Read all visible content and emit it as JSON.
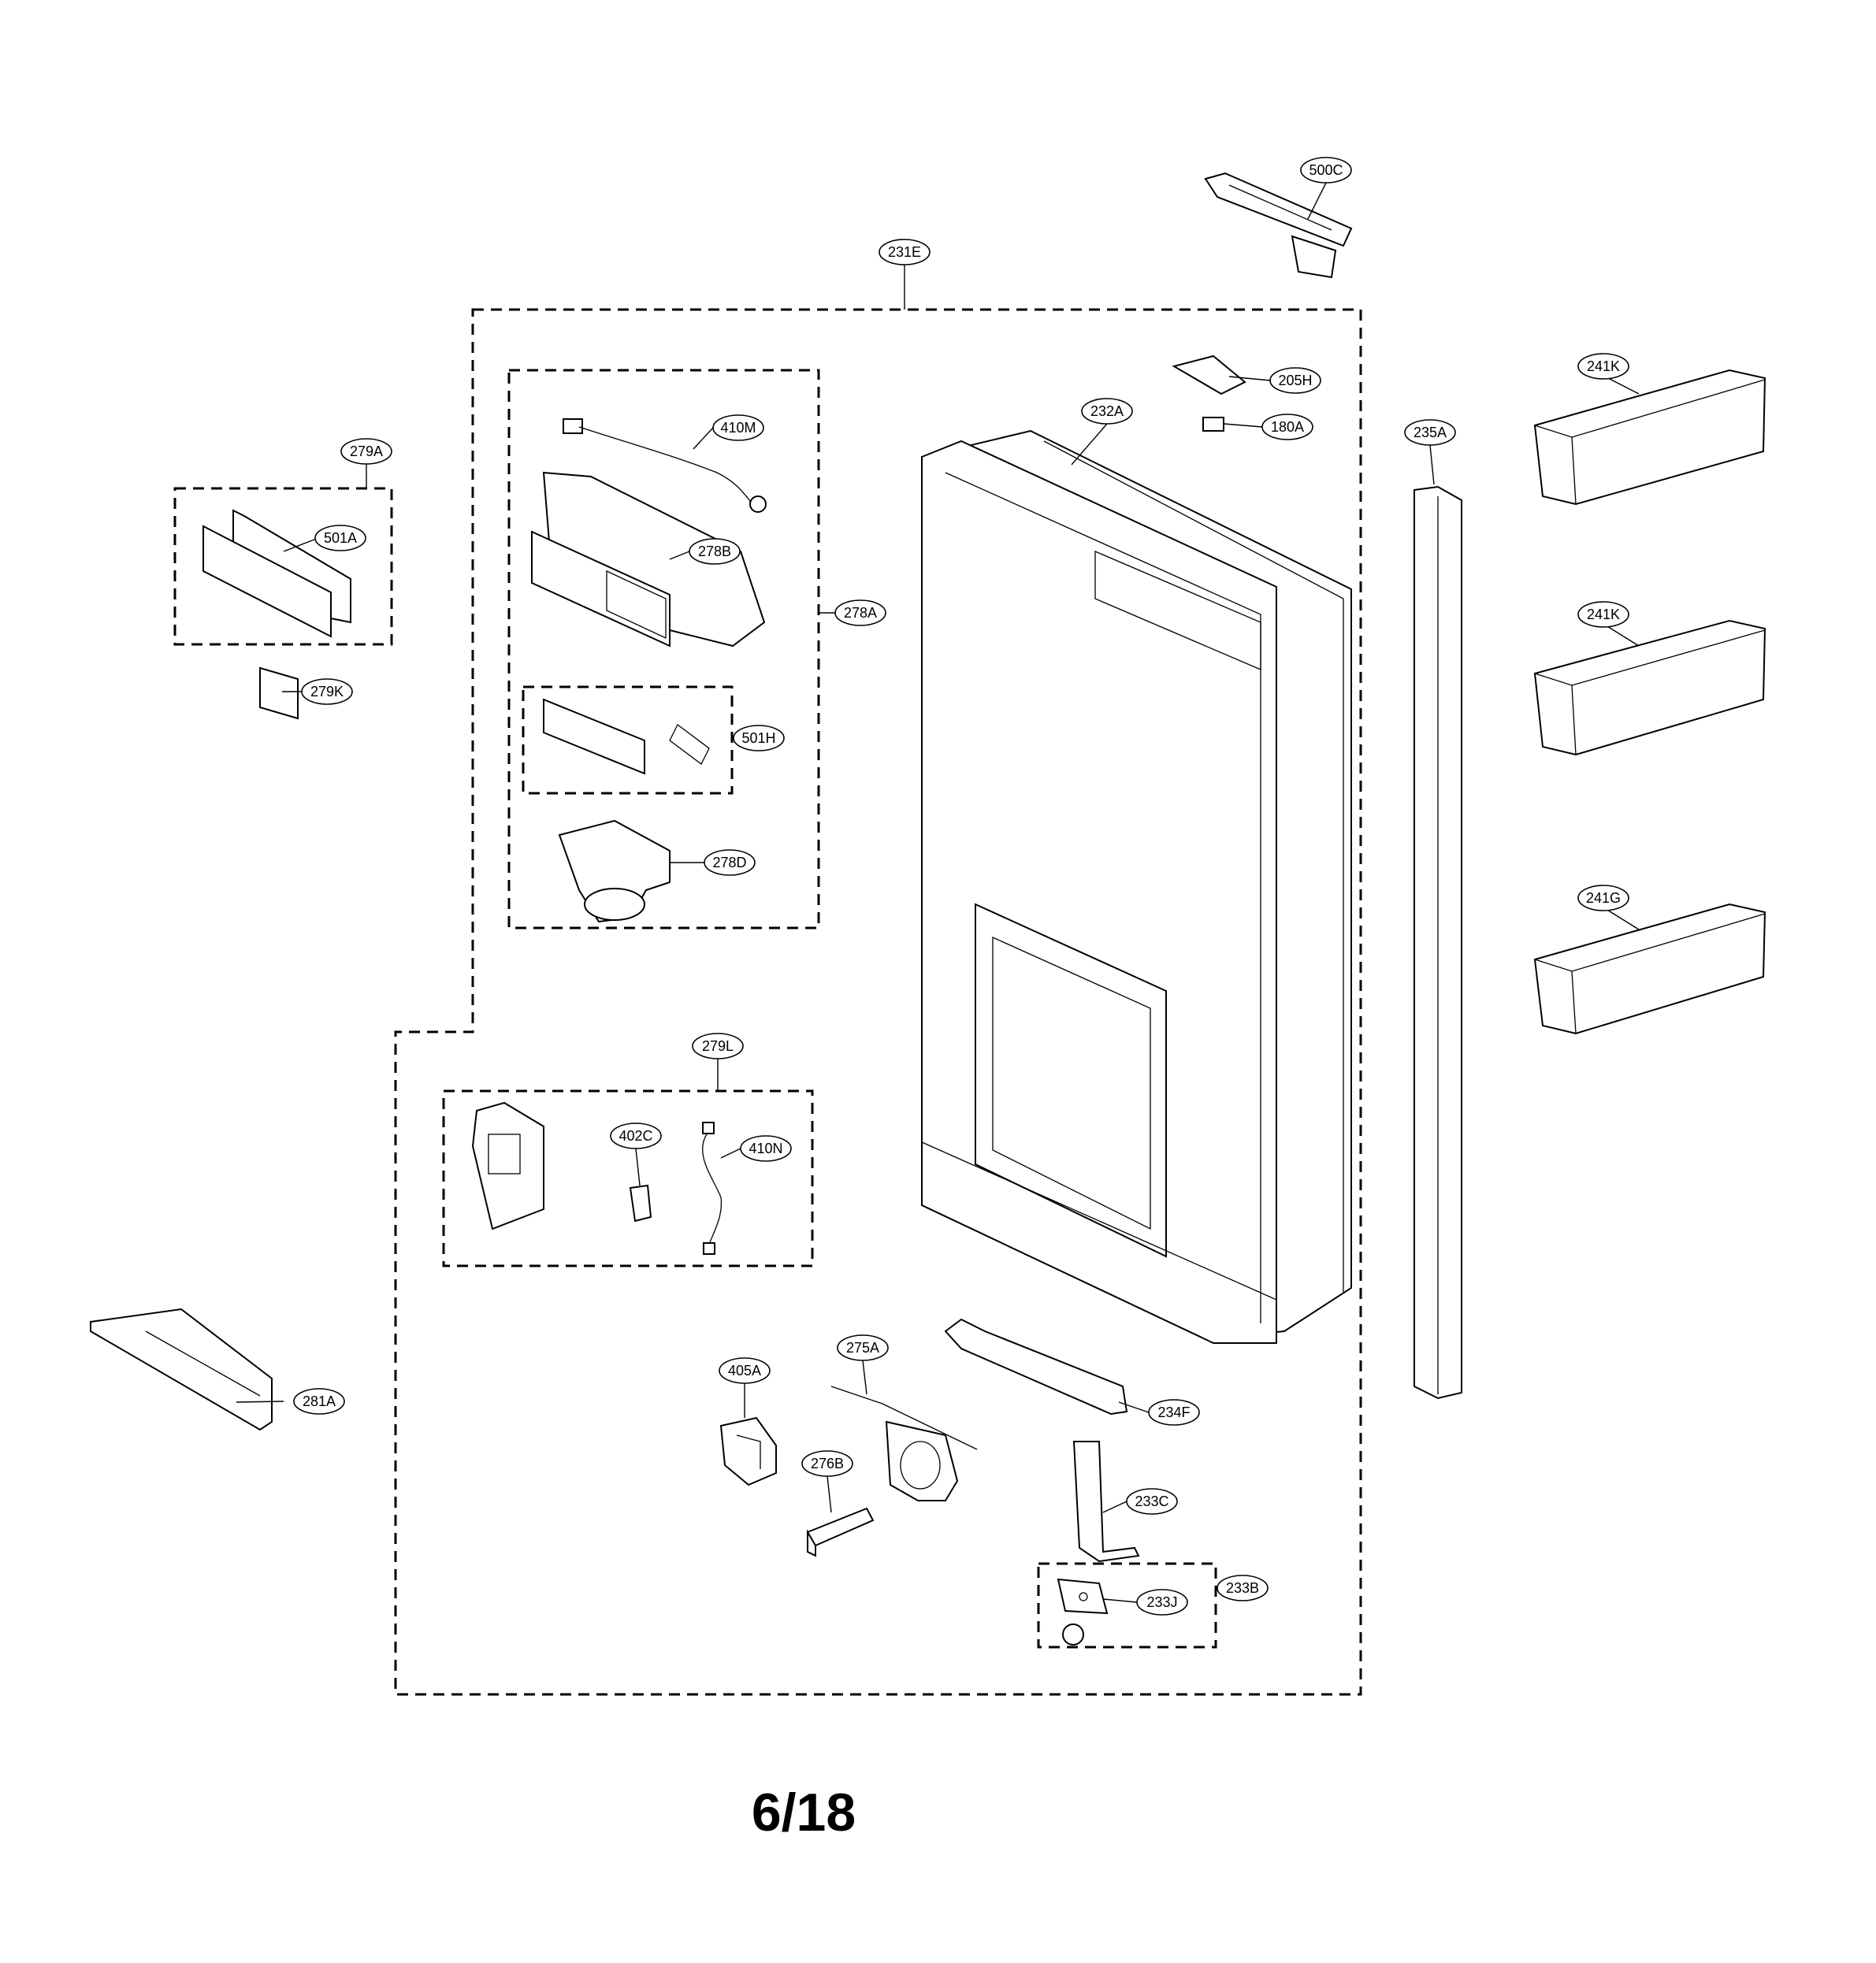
{
  "page_number": "6/18",
  "callouts": {
    "c500C": "500C",
    "c231E": "231E",
    "c205H": "205H",
    "c180A": "180A",
    "c232A": "232A",
    "c235A": "235A",
    "c241K_top": "241K",
    "c241K_mid": "241K",
    "c241G": "241G",
    "c279A": "279A",
    "c501A": "501A",
    "c279K": "279K",
    "c410M": "410M",
    "c278B": "278B",
    "c278A": "278A",
    "c501H": "501H",
    "c278D": "278D",
    "c279L": "279L",
    "c402C": "402C",
    "c410N": "410N",
    "c281A": "281A",
    "c405A": "405A",
    "c275A": "275A",
    "c276B": "276B",
    "c234F": "234F",
    "c233C": "233C",
    "c233B": "233B",
    "c233J": "233J"
  }
}
